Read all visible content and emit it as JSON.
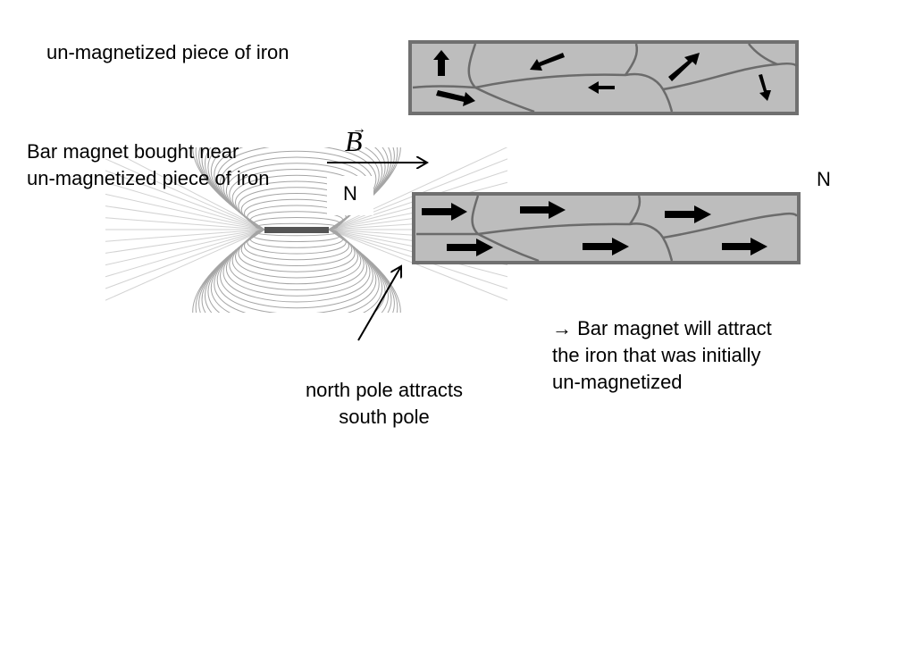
{
  "labels": {
    "unmagnetized": "un-magnetized piece of iron",
    "bar_near_line1": "Bar magnet bought near",
    "bar_near_line2": "un-magnetized piece of iron",
    "b_field": "B",
    "b_arrow_glyph": "→",
    "north_left": "N",
    "north_right": "N",
    "north_attracts_line1": "north pole attracts",
    "north_attracts_line2": "south pole",
    "conclusion_line1": "→ Bar magnet will attract",
    "conclusion_line2": "the iron that was initially",
    "conclusion_line3": "un-magnetized"
  },
  "colors": {
    "iron_fill": "#bdbdbd",
    "iron_border": "#707070",
    "domain_wall": "#6b6b6b",
    "arrow": "#000000",
    "field_lines": "#9a9a9a",
    "magnet": "#555555"
  }
}
